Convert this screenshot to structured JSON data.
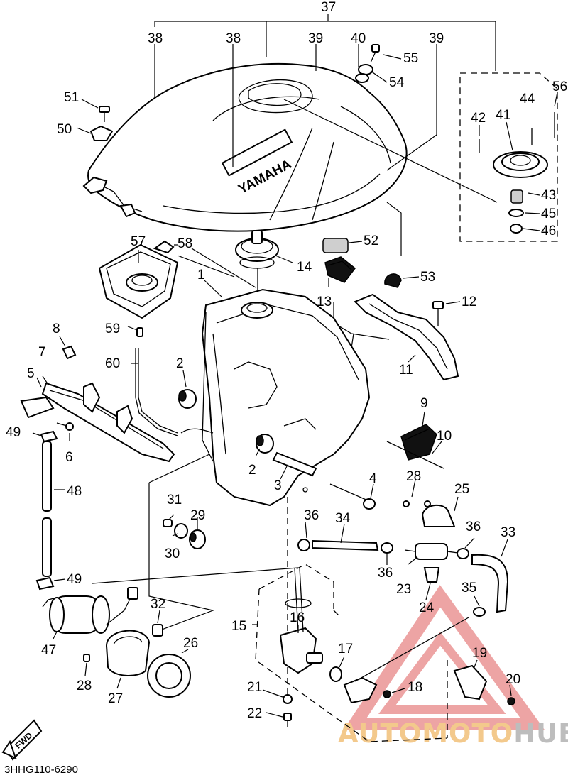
{
  "diagram": {
    "reference_code": "3HHG110-6290",
    "direction_label": "FWD",
    "brand_text": "YAMAHA",
    "labels": {
      "p1": "1",
      "p2a": "2",
      "p2b": "2",
      "p3": "3",
      "p4": "4",
      "p5": "5",
      "p6": "6",
      "p7": "7",
      "p8": "8",
      "p9": "9",
      "p10": "10",
      "p11": "11",
      "p12": "12",
      "p13": "13",
      "p14": "14",
      "p15": "15",
      "p16": "16",
      "p17": "17",
      "p18": "18",
      "p19": "19",
      "p20": "20",
      "p21": "21",
      "p22": "22",
      "p23": "23",
      "p24": "24",
      "p25": "25",
      "p26": "26",
      "p27": "27",
      "p28a": "28",
      "p28b": "28",
      "p29": "29",
      "p30": "30",
      "p31": "31",
      "p32": "32",
      "p33": "33",
      "p34": "34",
      "p35": "35",
      "p36a": "36",
      "p36b": "36",
      "p36c": "36",
      "p37": "37",
      "p38a": "38",
      "p38b": "38",
      "p39a": "39",
      "p39b": "39",
      "p40": "40",
      "p41": "41",
      "p42": "42",
      "p43": "43",
      "p44": "44",
      "p45": "45",
      "p46": "46",
      "p47": "47",
      "p48": "48",
      "p49a": "49",
      "p49b": "49",
      "p50": "50",
      "p51": "51",
      "p52": "52",
      "p53": "53",
      "p54": "54",
      "p55": "55",
      "p56": "56",
      "p57": "57",
      "p58": "58",
      "p59": "59",
      "p60": "60"
    }
  },
  "watermark": {
    "text_part1": "AUTOMOTO",
    "text_part2": "HUB",
    "color_accent": "#f3c98c",
    "color_grey": "#bdbdbd",
    "triangle_color": "#e05a5a"
  }
}
